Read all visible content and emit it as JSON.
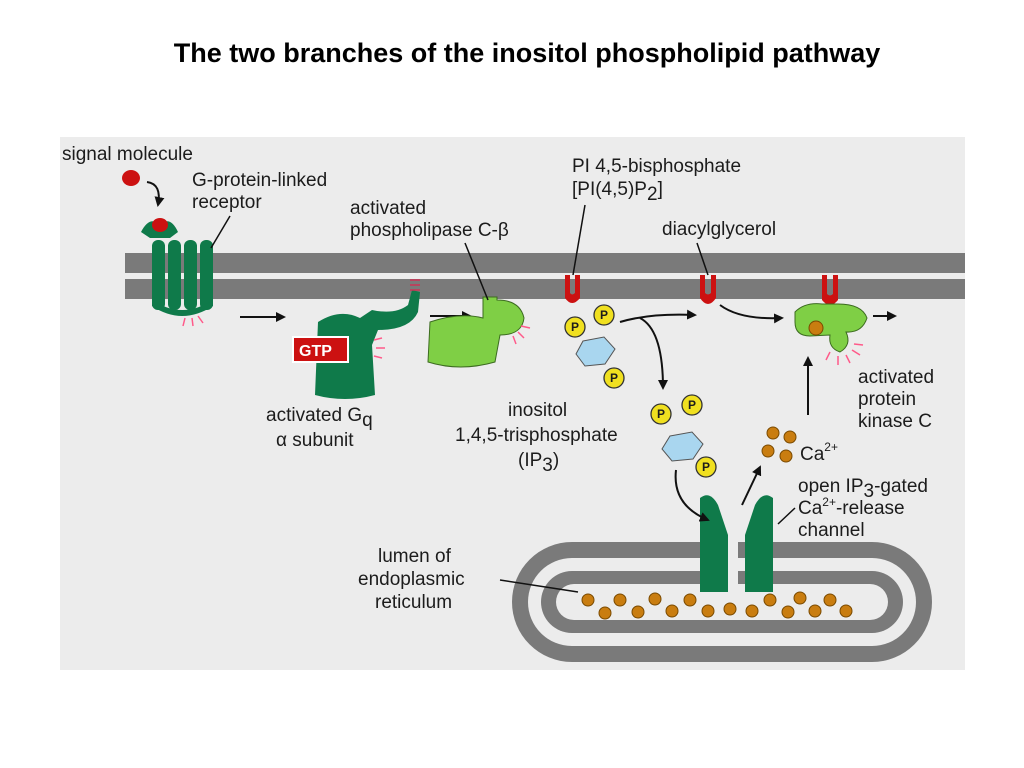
{
  "title": "The two branches of the inositol phospholipid pathway",
  "labels": {
    "signal_molecule": "signal molecule",
    "gpcr_line1": "G-protein-linked",
    "gpcr_line2": "receptor",
    "plc_line1": "activated",
    "plc_line2": "phospholipase C-β",
    "pip2_line1": "PI 4,5-bisphosphate",
    "pip2_line2_a": "[PI(4,5)P",
    "pip2_line2_sub": "2",
    "pip2_line2_b": "]",
    "dag": "diacylglycerol",
    "gtp": "GTP",
    "gq_line1_a": "activated G",
    "gq_line1_sub": "q",
    "gq_line2": "α subunit",
    "ip3_line1": "inositol",
    "ip3_line2": "1,4,5-trisphosphate",
    "ip3_line3_a": "(IP",
    "ip3_line3_sub": "3",
    "ip3_line3_b": ")",
    "pkc_line1": "activated",
    "pkc_line2": "protein",
    "pkc_line3": "kinase C",
    "ca_a": "Ca",
    "ca_sup": "2+",
    "channel_line1_a": "open IP",
    "channel_line1_sub": "3",
    "channel_line1_b": "-gated",
    "channel_line2_a": "Ca",
    "channel_line2_sup": "2+",
    "channel_line2_b": "-release",
    "channel_line3": "channel",
    "er_line1": "lumen of",
    "er_line2": "endoplasmic",
    "er_line3": "reticulum",
    "phosphate": "P"
  },
  "colors": {
    "panel": "#ececec",
    "membrane": "#7a7a7a",
    "dark_green": "#0f7a4a",
    "light_green": "#7fcf45",
    "red": "#cc1111",
    "inositol": "#a9d6ef",
    "phosphate": "#f0e020",
    "calcium": "#c97d10",
    "glow": "#ff5a8a"
  }
}
